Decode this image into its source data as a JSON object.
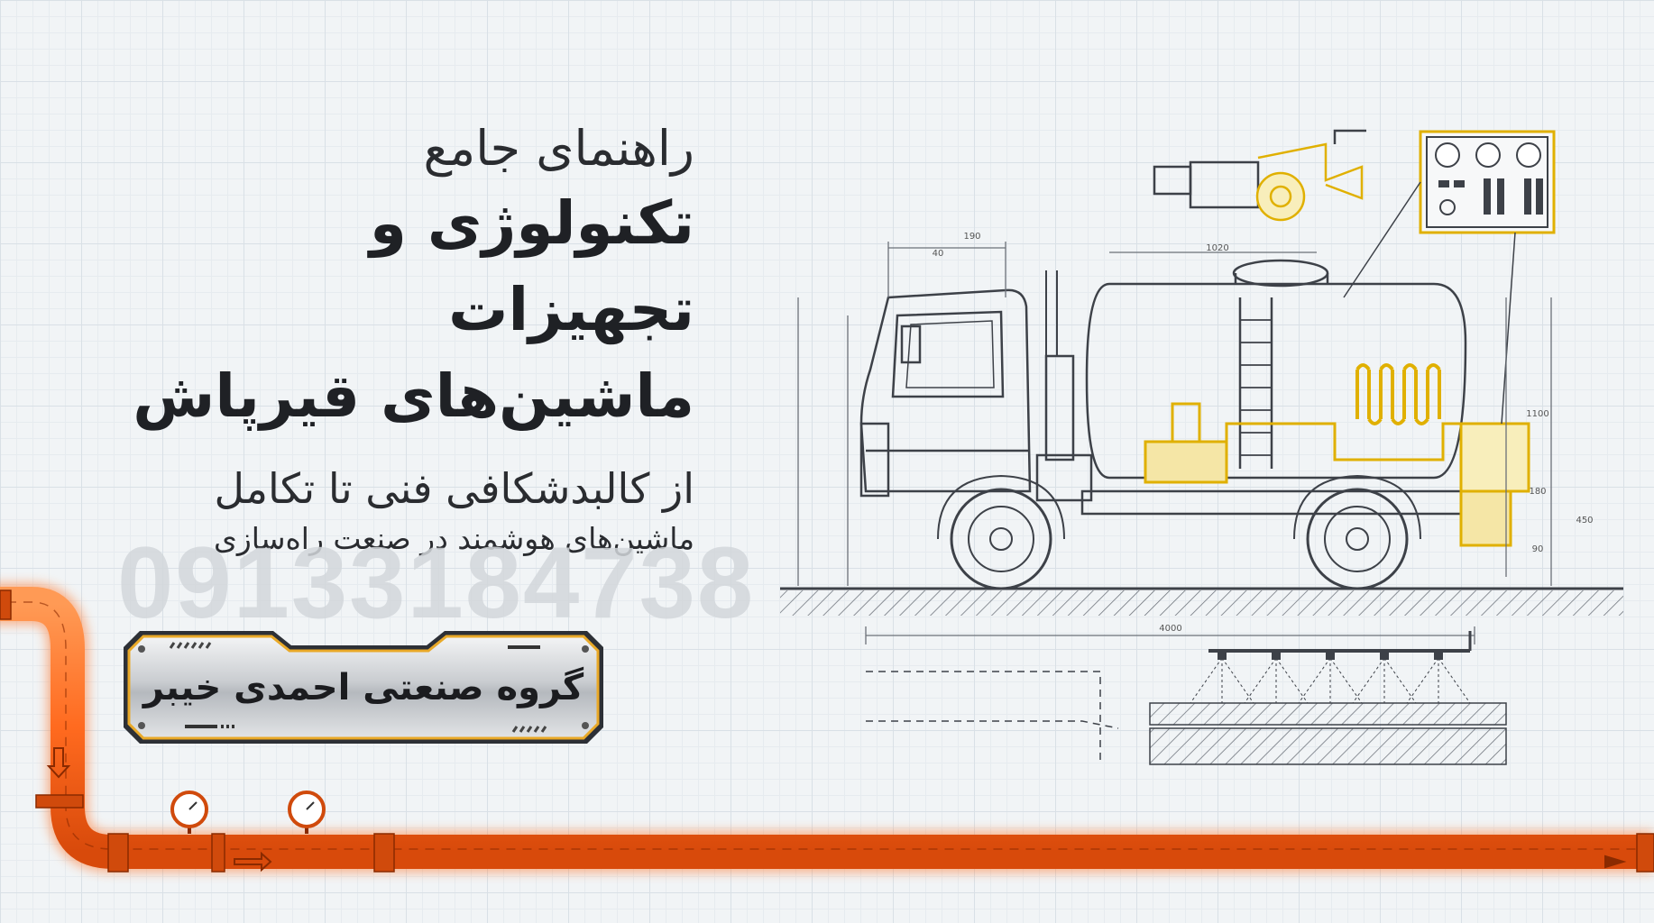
{
  "heading": {
    "intro": "راهنمای جامع",
    "line1": "تکنولوژی و تجهیزات",
    "line2": "ماشین‌های قیرپاش"
  },
  "subheading": {
    "line1": "از کالبدشکافی فنی تا تکامل",
    "line2": "ماشین‌های هوشمند در صنعت راه‌سازی"
  },
  "phone_watermark": "09133184738",
  "badge": {
    "label": "گروه صنعتی احمدی خیبر"
  },
  "diagram": {
    "dimension_labels": [
      "40",
      "190",
      "1020",
      "1100",
      "180",
      "450",
      "90",
      "4000"
    ]
  },
  "colors": {
    "pipe": "#ff6a1f",
    "pipe_dark": "#d94e0e",
    "blueprint_line": "#4a4f57",
    "highlight_yellow": "#e8b800",
    "background": "#f1f4f6"
  },
  "icons": [
    "pressure-gauge-icon",
    "flow-arrow-icon",
    "spray-nozzle-icon",
    "control-panel-icon"
  ]
}
